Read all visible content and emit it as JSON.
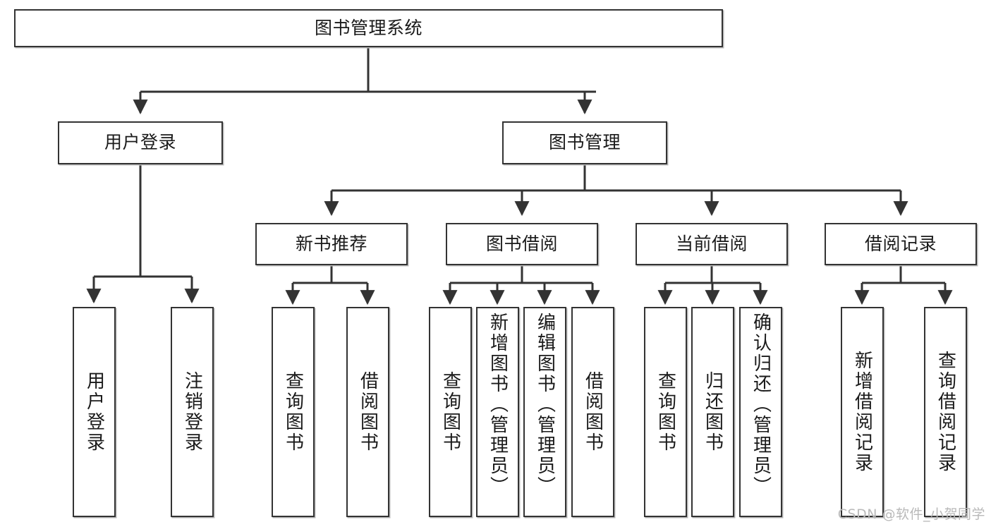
{
  "diagram": {
    "title": "图书管理系统",
    "watermark": "CSDN @软件_小贺同学",
    "line_color": "#333333",
    "box_fill": "#ffffff",
    "text_color": "#1a1a1a",
    "watermark_color": "#b9b9b9"
  },
  "nodes": {
    "root": "图书管理系统",
    "level2": {
      "user_login": "用户登录",
      "book_manage": "图书管理"
    },
    "level3": {
      "new_book_rec": "新书推荐",
      "book_borrow": "图书借阅",
      "current_borrow": "当前借阅",
      "borrow_record": "借阅记录"
    },
    "leaves": {
      "user_login_1": "用户登录",
      "user_login_2": "注销登录",
      "new_book_rec_1": "查询图书",
      "new_book_rec_2": "借阅图书",
      "book_borrow_1": "查询图书",
      "book_borrow_2": "新增图书（管理员）",
      "book_borrow_3": "编辑图书（管理员）",
      "book_borrow_4": "借阅图书",
      "current_borrow_1": "查询图书",
      "current_borrow_2": "归还图书",
      "current_borrow_3": "确认归还（管理员）",
      "borrow_record_1": "新增借阅记录",
      "borrow_record_2": "查询借阅记录"
    }
  }
}
